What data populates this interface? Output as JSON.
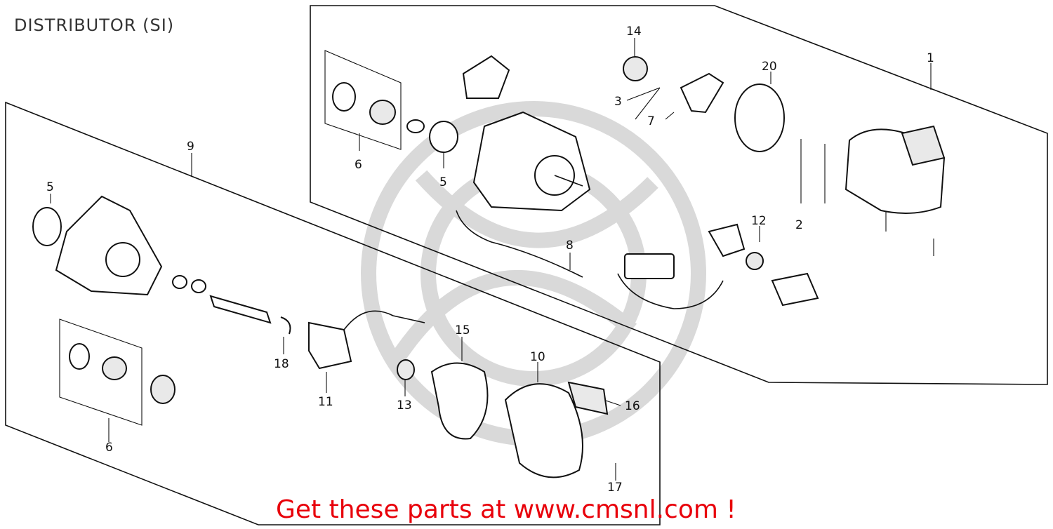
{
  "title": "DISTRIBUTOR (SI)",
  "footer": "Get these parts at www.cmsnl.com !",
  "colors": {
    "footer": "#e8000a",
    "line": "#111111",
    "watermark": "#d9d9d9"
  },
  "callouts": {
    "c1": "1",
    "c2": "2",
    "c3": "3",
    "c5a": "5",
    "c5b": "5",
    "c6a": "6",
    "c6b": "6",
    "c7": "7",
    "c8": "8",
    "c9": "9",
    "c10": "10",
    "c11": "11",
    "c12": "12",
    "c13": "13",
    "c14": "14",
    "c15": "15",
    "c16": "16",
    "c17": "17",
    "c18": "18",
    "c20": "20"
  }
}
